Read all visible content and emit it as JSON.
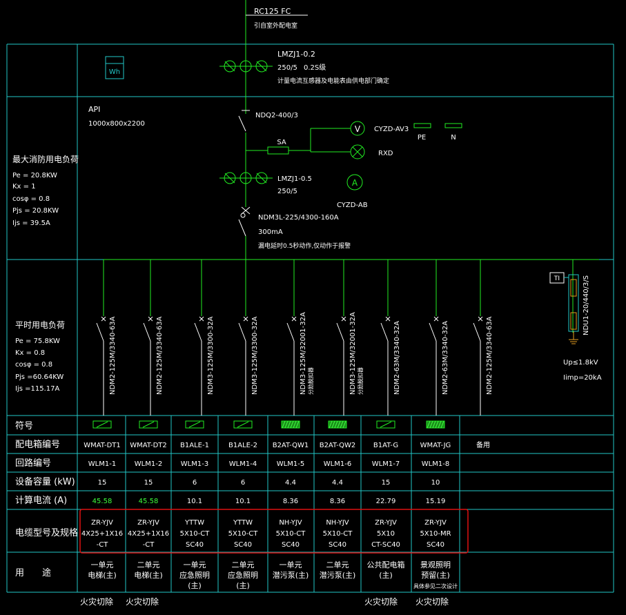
{
  "colors": {
    "background": "#000000",
    "frame": "#22c8c8",
    "bus": "#22ee22",
    "text": "#ffffff",
    "highlight": "#e01010",
    "orange_ground": "#e8a020"
  },
  "incoming": {
    "cable": "RC125 FC",
    "note": "引自室外配电室"
  },
  "meter": {
    "label": "Wh"
  },
  "ct_top": {
    "model": "LMZJ1-0.2",
    "ratio": "250/5",
    "class": "0.2S级",
    "note": "计量电流互感器及电能表由供电部门确定"
  },
  "panel": {
    "name": "API",
    "size": "1000x800x2200"
  },
  "main_switch": {
    "model": "NDQ2-400/3"
  },
  "sa": {
    "label": "SA"
  },
  "voltmeter": {
    "label": "V",
    "model": "CYZD-AV3"
  },
  "lamp": {
    "label": "RXD"
  },
  "pe_label": "PE",
  "n_label": "N",
  "ct_bottom": {
    "model": "LMZJ1-0.5",
    "ratio": "250/5"
  },
  "ammeter": {
    "label": "A",
    "model": "CYZD-AB"
  },
  "rcd": {
    "model": "NDM3L-225/4300-160A",
    "current": "300mA",
    "note": "漏电延时0.5秒动作,仅动作于报警"
  },
  "fire_load": {
    "title": "最大消防用电负荷",
    "lines": [
      "Pe = 20.8KW",
      "Kx = 1",
      "cosφ = 0.8",
      "Pjs = 20.8KW",
      "Ijs = 39.5A"
    ]
  },
  "normal_load": {
    "title": "平时用电负荷",
    "lines": [
      "Pe = 75.8KW",
      "Kx = 0.8",
      "cosφ = 0.8",
      "Pjs =60.64KW",
      "Ijs =115.17A"
    ]
  },
  "spd": {
    "tag": "TI",
    "model": "NDU1-20/440/3/S",
    "up": "Up≤1.8kV",
    "imp": "Iimp=20kA"
  },
  "breakers": [
    {
      "model": "NDM2-125M/3340-63A",
      "note": ""
    },
    {
      "model": "NDM2-125M/3340-63A",
      "note": ""
    },
    {
      "model": "NDM3-125M/3300-32A",
      "note": ""
    },
    {
      "model": "NDM3-125M/3300-32A",
      "note": ""
    },
    {
      "model": "NDM3-125M/32001-32A",
      "note": "分励脱扣器"
    },
    {
      "model": "NDM3-125M/32001-32A",
      "note": "分励脱扣器"
    },
    {
      "model": "NDM2-63M/3340-32A",
      "note": ""
    },
    {
      "model": "NDM2-63M/3340-32A",
      "note": ""
    },
    {
      "model": "NDM2-125M/3340-63A",
      "note": ""
    }
  ],
  "table": {
    "row_headers": [
      "符号",
      "配电箱编号",
      "回路编号",
      "设备容量 (kW)",
      "计算电流 (A)",
      "电缆型号及规格",
      "用　　途"
    ],
    "box_ids": [
      "WMAT-DT1",
      "WMAT-DT2",
      "B1ALE-1",
      "B1ALE-2",
      "B2AT-QW1",
      "B2AT-QW2",
      "B1AT-G",
      "WMAT-JG",
      "备用"
    ],
    "circuits": [
      "WLM1-1",
      "WLM1-2",
      "WLM1-3",
      "WLM1-4",
      "WLM1-5",
      "WLM1-6",
      "WLM1-7",
      "WLM1-8"
    ],
    "capacity": [
      "15",
      "15",
      "6",
      "6",
      "4.4",
      "4.4",
      "15",
      "10"
    ],
    "current": [
      "45.58",
      "45.58",
      "10.1",
      "10.1",
      "8.36",
      "8.36",
      "22.79",
      "15.19"
    ],
    "cables": [
      [
        "ZR-YJV",
        "4X25+1X16",
        "-CT"
      ],
      [
        "ZR-YJV",
        "4X25+1X16",
        "-CT"
      ],
      [
        "YTTW",
        "5X10-CT",
        "SC40"
      ],
      [
        "YTTW",
        "5X10-CT",
        "SC40"
      ],
      [
        "NH-YJV",
        "5X10-CT",
        "SC40"
      ],
      [
        "NH-YJV",
        "5X10-CT",
        "SC40"
      ],
      [
        "ZR-YJV",
        "5X10",
        "CT-SC40"
      ],
      [
        "ZR-YJV",
        "5X10-MR",
        "SC40"
      ]
    ],
    "uses": [
      [
        "一单元",
        "电梯(主)"
      ],
      [
        "二单元",
        "电梯(主)"
      ],
      [
        "一单元",
        "应急照明",
        "(主)"
      ],
      [
        "二单元",
        "应急照明",
        "(主)"
      ],
      [
        "一单元",
        "潜污泵(主)"
      ],
      [
        "二单元",
        "潜污泵(主)"
      ],
      [
        "公共配电箱",
        "(主)"
      ],
      [
        "景观照明",
        "预留(主)",
        "具体参见二次设计"
      ]
    ],
    "fire_cut": [
      "火灾切除",
      "火灾切除",
      "火灾切除",
      "火灾切除"
    ]
  }
}
